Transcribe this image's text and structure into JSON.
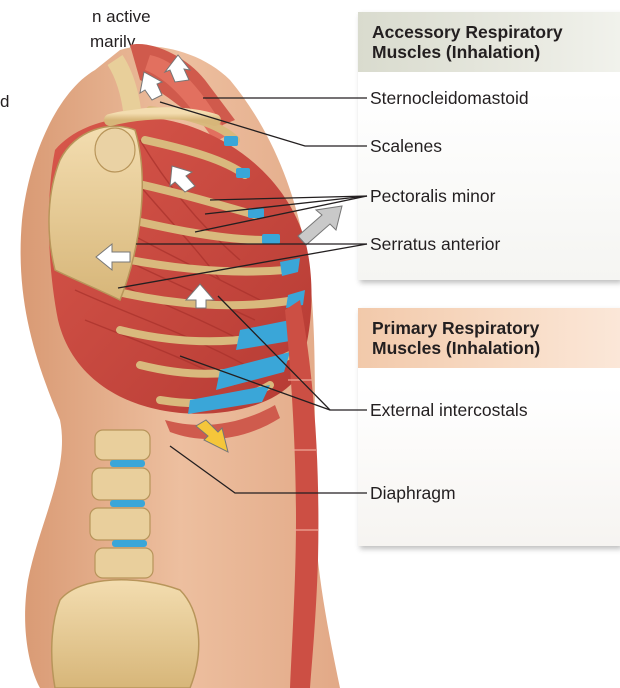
{
  "intro_fragment": {
    "line1": "n active",
    "line2": "marily",
    "line3": "d"
  },
  "boxes": {
    "accessory": {
      "title_line1": "Accessory Respiratory",
      "title_line2": "Muscles (Inhalation)",
      "header_color": "#e3e4da"
    },
    "primary": {
      "title_line1": "Primary Respiratory",
      "title_line2": "Muscles (Inhalation)",
      "header_color": "#f6d5bd"
    }
  },
  "labels": {
    "sternocleidomastoid": "Sternocleidomastoid",
    "scalenes": "Scalenes",
    "pectoralis_minor": "Pectoralis minor",
    "serratus_anterior": "Serratus anterior",
    "external_intercostals": "External intercostals",
    "diaphragm": "Diaphragm"
  },
  "colors": {
    "muscle": "#c9473f",
    "muscle_light": "#e07a66",
    "bone": "#e6c98f",
    "cartilage": "#3aa6d8",
    "skin": "#e9b28e",
    "arrow_white": "#ffffff",
    "arrow_gray": "#c4c4c4",
    "arrow_yellow": "#f5c63a"
  }
}
